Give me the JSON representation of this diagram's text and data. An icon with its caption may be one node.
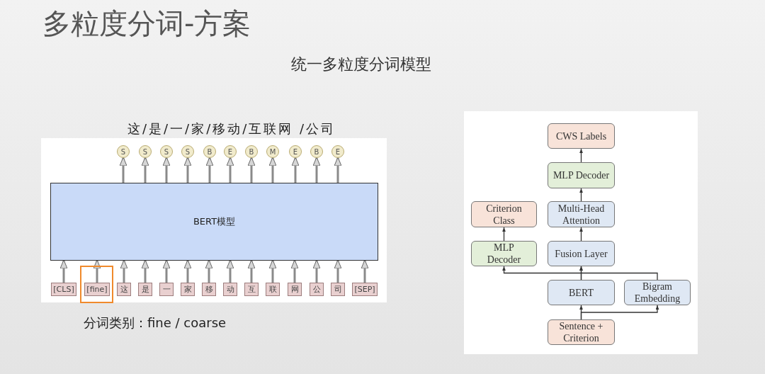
{
  "diagram": {
    "title": "多粒度分词-方案",
    "nodes": [
      {
        "text": [
          "S"
        ]
      },
      {
        "text": [
          "S"
        ]
      },
      {
        "text": [
          "S"
        ]
      },
      {
        "text": [
          "S"
        ]
      },
      {
        "text": [
          "B"
        ]
      },
      {
        "text": [
          "E"
        ]
      },
      {
        "text": [
          "B"
        ]
      },
      {
        "text": [
          "M"
        ]
      },
      {
        "text": [
          "E"
        ]
      },
      {
        "text": [
          "B"
        ]
      },
      {
        "text": [
          "E"
        ]
      },
      {
        "text": [
          "BERT模型"
        ]
      },
      {
        "text": [
          "[CLS]"
        ]
      },
      {
        "text": [
          "[fine]"
        ]
      },
      {
        "text": [
          "这"
        ]
      },
      {
        "text": [
          "是"
        ]
      },
      {
        "text": [
          "一"
        ]
      },
      {
        "text": [
          "家"
        ]
      },
      {
        "text": [
          "移"
        ]
      },
      {
        "text": [
          "动"
        ]
      },
      {
        "text": [
          "互"
        ]
      },
      {
        "text": [
          "联"
        ]
      },
      {
        "text": [
          "网"
        ]
      },
      {
        "text": [
          "公"
        ]
      },
      {
        "text": [
          "司"
        ]
      },
      {
        "text": [
          "[SEP]"
        ]
      },
      {
        "text": [
          "CWS Labels"
        ]
      },
      {
        "text": [
          "MLP Decoder"
        ]
      },
      {
        "text": [
          "Criterion Class"
        ]
      },
      {
        "text": [
          "Multi-Head Attention"
        ]
      },
      {
        "text": [
          "MLP Decoder"
        ]
      },
      {
        "text": [
          "Fusion Layer"
        ]
      },
      {
        "text": [
          "BERT"
        ]
      },
      {
        "text": [
          "Bigram Embedding"
        ]
      },
      {
        "text": [
          "Sentence + Criterion"
        ]
      }
    ],
    "edges": [
      {
        "from": 12,
        "to": 11,
        "arrow": "to"
      },
      {
        "from": 13,
        "to": 11,
        "arrow": "to"
      },
      {
        "from": 14,
        "to": 11,
        "arrow": "to"
      },
      {
        "from": 15,
        "to": 11,
        "arrow": "to"
      },
      {
        "from": 16,
        "to": 11,
        "arrow": "to"
      },
      {
        "from": 17,
        "to": 11,
        "arrow": "to"
      },
      {
        "from": 18,
        "to": 11,
        "arrow": "to"
      },
      {
        "from": 19,
        "to": 11,
        "arrow": "to"
      },
      {
        "from": 20,
        "to": 11,
        "arrow": "to"
      },
      {
        "from": 21,
        "to": 11,
        "arrow": "to"
      },
      {
        "from": 22,
        "to": 11,
        "arrow": "to"
      },
      {
        "from": 23,
        "to": 11,
        "arrow": "to"
      },
      {
        "from": 24,
        "to": 11,
        "arrow": "to"
      },
      {
        "from": 25,
        "to": 11,
        "arrow": "to"
      },
      {
        "from": 11,
        "to": 0,
        "arrow": "to"
      },
      {
        "from": 11,
        "to": 1,
        "arrow": "to"
      },
      {
        "from": 11,
        "to": 2,
        "arrow": "to"
      },
      {
        "from": 11,
        "to": 3,
        "arrow": "to"
      },
      {
        "from": 11,
        "to": 4,
        "arrow": "to"
      },
      {
        "from": 11,
        "to": 5,
        "arrow": "to"
      },
      {
        "from": 11,
        "to": 6,
        "arrow": "to"
      },
      {
        "from": 11,
        "to": 7,
        "arrow": "to"
      },
      {
        "from": 11,
        "to": 8,
        "arrow": "to"
      },
      {
        "from": 11,
        "to": 9,
        "arrow": "to"
      },
      {
        "from": 11,
        "to": 10,
        "arrow": "to"
      },
      {
        "from": 34,
        "to": 32,
        "arrow": "to"
      },
      {
        "from": 34,
        "to": 33,
        "arrow": "to"
      },
      {
        "from": 32,
        "to": 31,
        "arrow": "to"
      },
      {
        "from": 33,
        "to": 31,
        "arrow": "to"
      },
      {
        "from": 32,
        "to": 30,
        "arrow": "to"
      },
      {
        "from": 30,
        "to": 28,
        "arrow": "to"
      },
      {
        "from": 31,
        "to": 29,
        "arrow": "to"
      },
      {
        "from": 29,
        "to": 27,
        "arrow": "to"
      },
      {
        "from": 27,
        "to": 26,
        "arrow": "to"
      }
    ],
    "labels": [
      "统一多粒度分词模型",
      "这/是/一/家/移动/互联网 /公司",
      "分词类别：fine / coarse"
    ]
  }
}
